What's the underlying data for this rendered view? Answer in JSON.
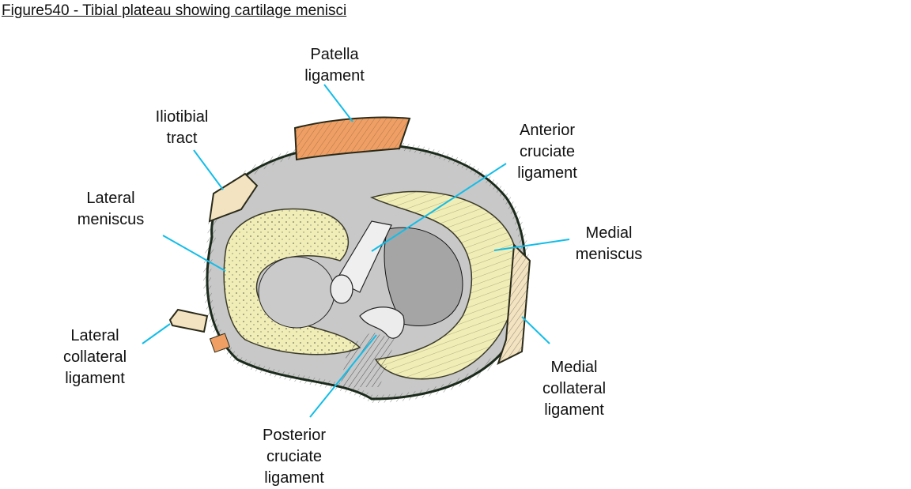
{
  "title": "Figure540 - Tibial plateau showing cartilage menisci",
  "colors": {
    "leader_line": "#12bde8",
    "bone": "#c8c8c8",
    "meniscus": "#f1edb6",
    "patella_ligament": "#ef9f63",
    "outline": "#1a2a1a"
  },
  "labels": {
    "patella": [
      "Patella",
      "ligament"
    ],
    "iliotibial": [
      "Iliotibial",
      "tract"
    ],
    "lateral_meniscus": [
      "Lateral",
      "meniscus"
    ],
    "lateral_collateral": [
      "Lateral",
      "collateral",
      "ligament"
    ],
    "anterior_cruciate": [
      "Anterior",
      "cruciate",
      "ligament"
    ],
    "medial_meniscus": [
      "Medial",
      "meniscus"
    ],
    "medial_collateral": [
      "Medial",
      "collateral",
      "ligament"
    ],
    "posterior_cruciate": [
      "Posterior",
      "cruciate",
      "ligament"
    ]
  }
}
